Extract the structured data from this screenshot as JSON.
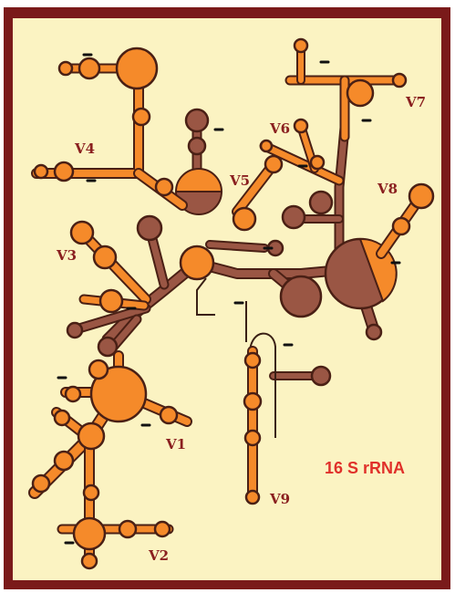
{
  "figure": {
    "title": "16 S rRNA",
    "regions": [
      "V1",
      "V2",
      "V3",
      "V4",
      "V5",
      "V6",
      "V7",
      "V8",
      "V9"
    ]
  },
  "colors": {
    "background": "#fbf3c2",
    "frame": "#7a1a1a",
    "variable_region": "#f58a2a",
    "conserved_region": "#9a5644",
    "outline": "#4a2015",
    "label": "#8a1f1f",
    "title": "#e0302a"
  }
}
